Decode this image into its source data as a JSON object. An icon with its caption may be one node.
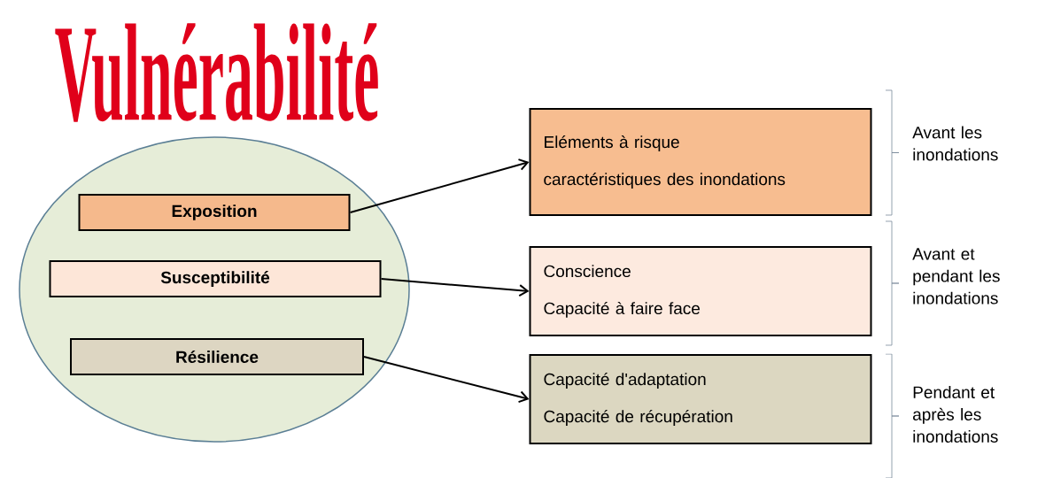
{
  "diagram": {
    "title": "Vulnérabilité",
    "nodes": [
      {
        "text": [],
        "shape": "circle"
      },
      {
        "text": [
          "Exposition"
        ],
        "in": 0
      },
      {
        "text": [
          "Susceptibilité"
        ],
        "in": 0
      },
      {
        "text": [
          "Résilience"
        ],
        "in": 0
      },
      {
        "text": [
          "Eléments à risque",
          "caractéristiques des inondations"
        ]
      },
      {
        "text": [
          "Conscience",
          "Capacité à faire face"
        ]
      },
      {
        "text": [
          "Capacité d'adaptation",
          "Capacité de récupération"
        ]
      }
    ],
    "edges": [
      {
        "from": 1,
        "to": 4,
        "arrow": "to"
      },
      {
        "from": 2,
        "to": 5,
        "arrow": "to"
      },
      {
        "from": 3,
        "to": 6,
        "arrow": "to"
      }
    ],
    "labels": [
      "Avant les inondations",
      "Avant et pendant les inondations",
      "Pendant et après les inondations"
    ]
  }
}
